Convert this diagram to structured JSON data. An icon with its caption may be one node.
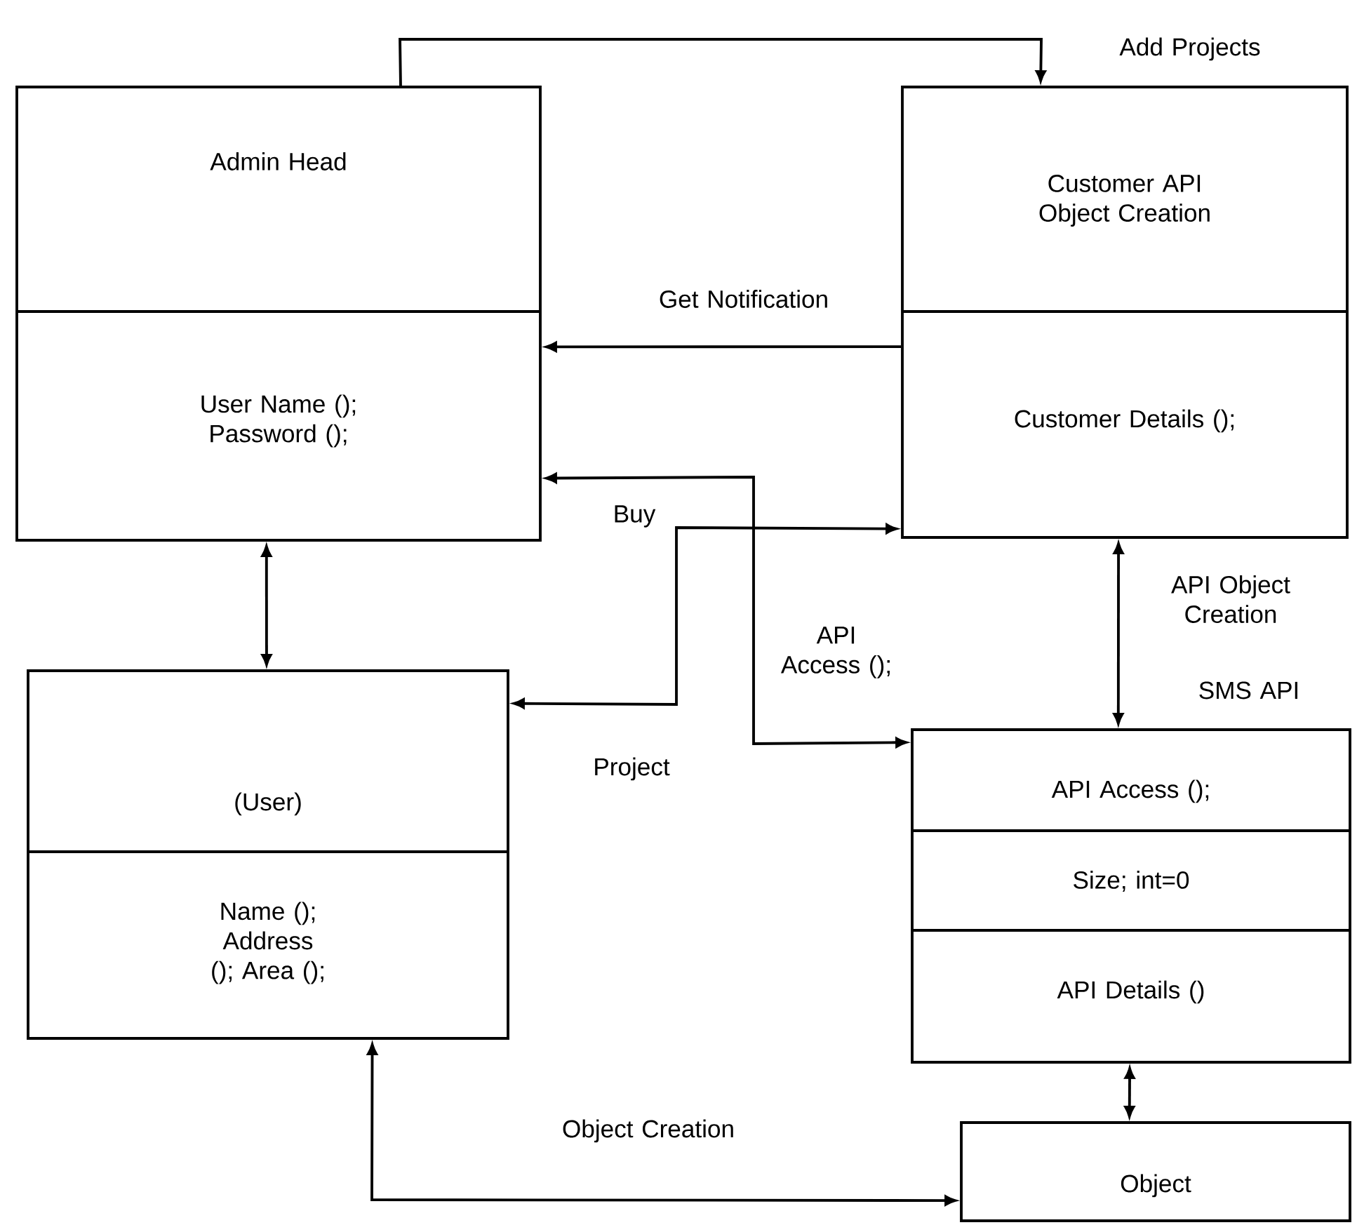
{
  "diagram": {
    "nodes": [
      {
        "text": [
          "Admin Head",
          "User Name (); Password ();"
        ]
      },
      {
        "text": [
          "Customer API Object Creation",
          "Customer Details ();"
        ]
      },
      {
        "text": [
          "(User)",
          "Name (); Address (); Area ();"
        ]
      },
      {
        "text": [
          "SMS API",
          "API Access ();",
          "Size; int=0",
          "API Details ()"
        ]
      },
      {
        "text": [
          "Object"
        ]
      }
    ],
    "edges": [
      {
        "from": 0,
        "to": 1,
        "arrow": "to",
        "label": "Add Projects"
      },
      {
        "from": 1,
        "to": 0,
        "arrow": "to",
        "label": "Get Notification"
      },
      {
        "from": 0,
        "to": 2,
        "arrow": "both"
      },
      {
        "from": 0,
        "to": 3,
        "arrow": "both",
        "label": "API Access ();"
      },
      {
        "from": 2,
        "to": 1,
        "arrow": "both",
        "label": "Buy"
      },
      {
        "from": 1,
        "to": 3,
        "arrow": "both",
        "label": "API Object Creation"
      },
      {
        "from": 3,
        "to": 4,
        "arrow": "both"
      },
      {
        "from": 2,
        "to": 4,
        "arrow": "both",
        "label": "Object Creation"
      }
    ],
    "labels": [
      "Project"
    ]
  }
}
